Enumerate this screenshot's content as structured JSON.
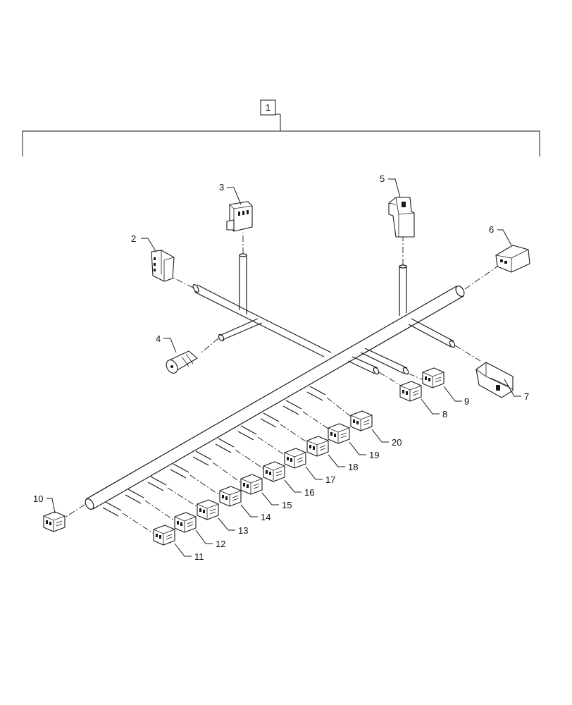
{
  "callouts": {
    "assembly": "1",
    "c2": "2",
    "c3": "3",
    "c4": "4",
    "c5": "5",
    "c6": "6",
    "c7": "7",
    "c8": "8",
    "c9": "9",
    "c10": "10",
    "c11": "11",
    "c12": "12",
    "c13": "13",
    "c14": "14",
    "c15": "15",
    "c16": "16",
    "c17": "17",
    "c18": "18",
    "c19": "19",
    "c20": "20"
  },
  "line_color": "#1a1a1a",
  "background": "#ffffff"
}
